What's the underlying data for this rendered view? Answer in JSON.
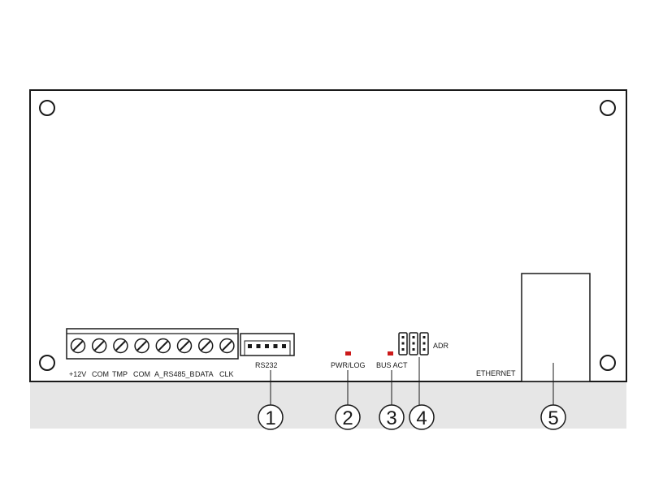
{
  "terminal_labels": [
    "+12V",
    "COM",
    "TMP",
    "COM",
    "A_RS485_B",
    "DATA",
    "CLK"
  ],
  "connector_labels": {
    "rs232": "RS232",
    "pwr_log": "PWR/LOG",
    "bus_act": "BUS ACT",
    "adr": "ADR",
    "ethernet": "ETHERNET"
  },
  "callouts": [
    "1",
    "2",
    "3",
    "4",
    "5"
  ],
  "colors": {
    "board_fill": "#ffffff",
    "shadow": "#e6e6e6",
    "line": "#1a1a1a",
    "led": "#cc1a1a"
  }
}
